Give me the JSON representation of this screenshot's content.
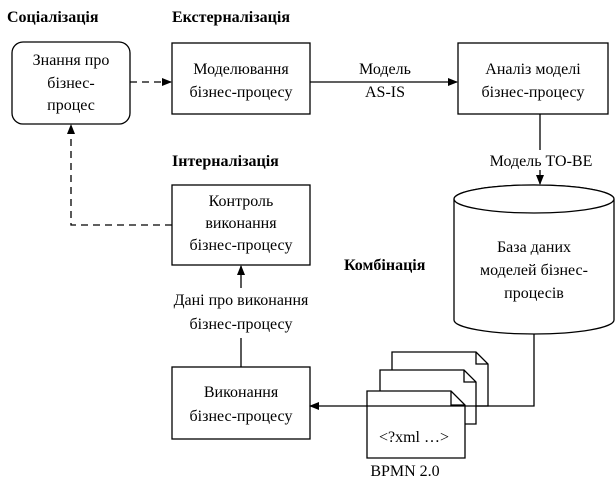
{
  "sections": {
    "socialization": "Соціалізація",
    "externalization": "Екстерналізація",
    "internalization": "Інтерналізація",
    "combination": "Комбінація"
  },
  "nodes": {
    "knowledge": [
      "Знання про",
      "бізнес-",
      "процес"
    ],
    "modeling": [
      "Моделювання",
      "бізнес-процесу"
    ],
    "analysis": [
      "Аналіз моделі",
      "бізнес-процесу"
    ],
    "control": [
      "Контроль",
      "виконання",
      "бізнес-процесу"
    ],
    "database": [
      "База даних",
      "моделей бізнес-",
      "процесів"
    ],
    "execution": [
      "Виконання",
      "бізнес-процесу"
    ],
    "document": "<?xml …>"
  },
  "edges": {
    "as_is": [
      "Модель",
      "AS-IS"
    ],
    "to_be": "Модель TO-BE",
    "exec_data": [
      "Дані про виконання",
      "бізнес-процесу"
    ],
    "bpmn": "BPMN 2.0"
  }
}
